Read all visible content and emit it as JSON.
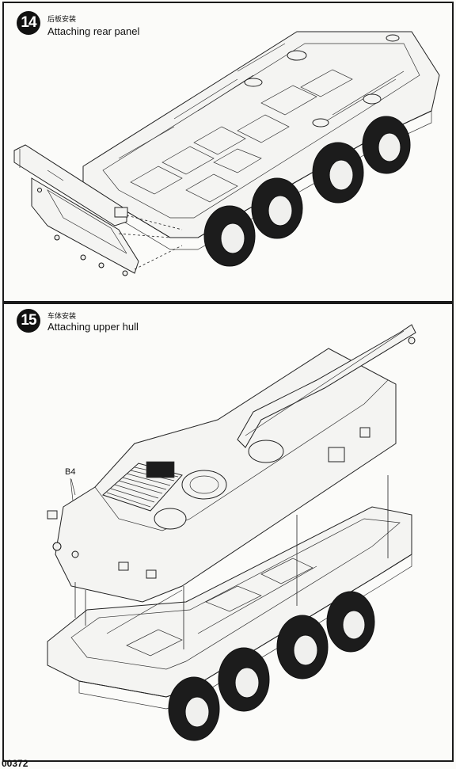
{
  "steps": [
    {
      "number": "14",
      "title_cn": "后板安装",
      "title_en": "Attaching rear panel"
    },
    {
      "number": "15",
      "title_cn": "车体安装",
      "title_en": "Attaching upper hull"
    }
  ],
  "part_labels": {
    "b4": "B4"
  },
  "footer_code": "00372"
}
